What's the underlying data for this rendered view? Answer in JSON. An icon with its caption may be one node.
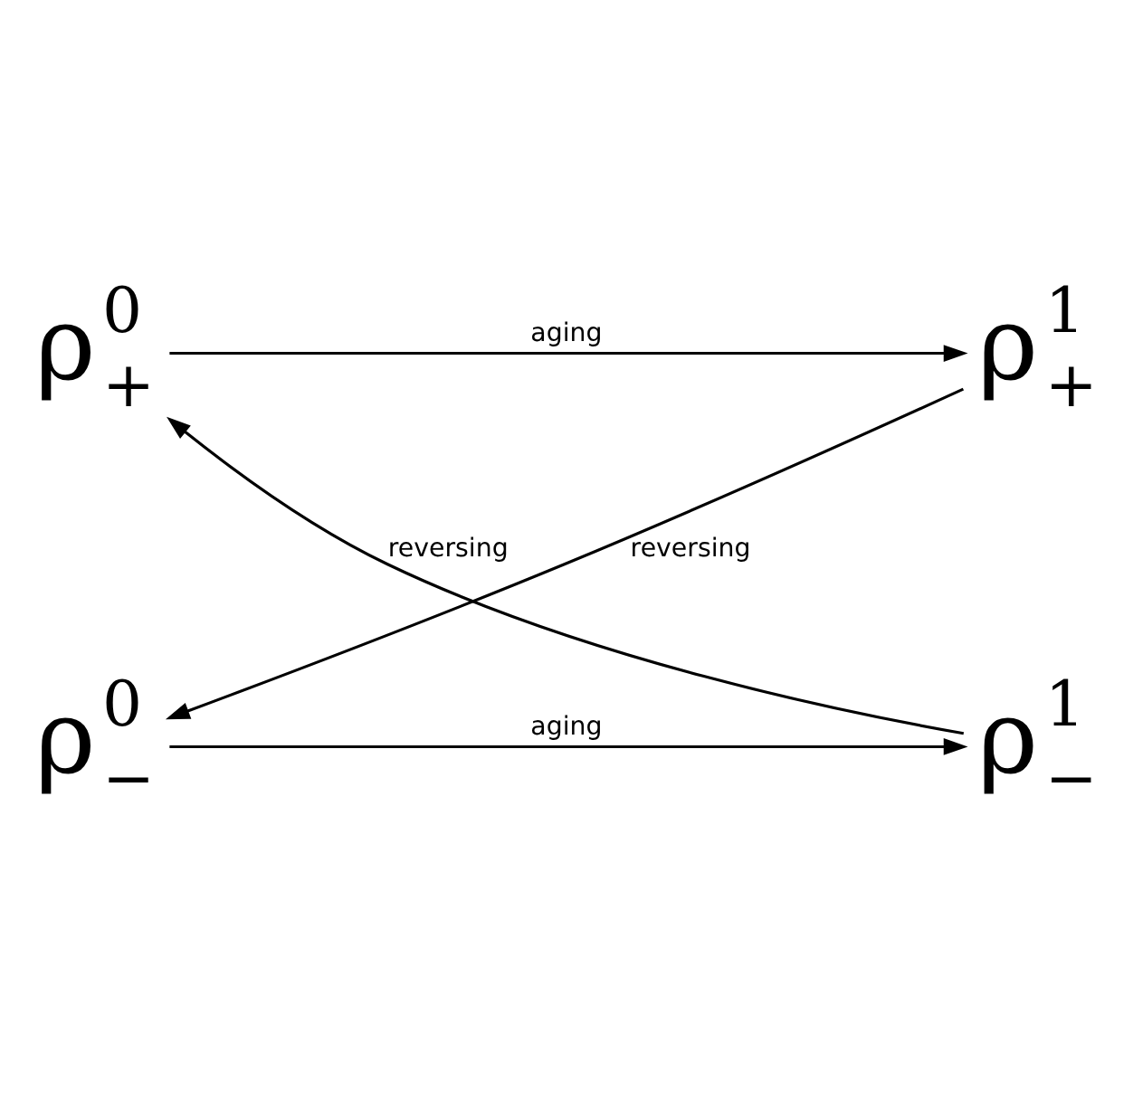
{
  "diagram": {
    "nodes": [
      {
        "text": [
          "ρ$^{0}$$_{+}$"
        ]
      },
      {
        "text": [
          "ρ$^{1}$$_{+}$"
        ]
      },
      {
        "text": [
          "ρ$^{0}$$_{−}$"
        ]
      },
      {
        "text": [
          "ρ$^{1}$$_{−}$"
        ]
      }
    ],
    "edges": [
      {
        "from": 0,
        "to": 1,
        "arrow": "to",
        "label": "aging"
      },
      {
        "from": 1,
        "to": 2,
        "arrow": "to",
        "label": "reversing"
      },
      {
        "from": 3,
        "to": 0,
        "arrow": "to",
        "label": "reversing"
      },
      {
        "from": 2,
        "to": 3,
        "arrow": "to",
        "label": "aging"
      }
    ]
  }
}
